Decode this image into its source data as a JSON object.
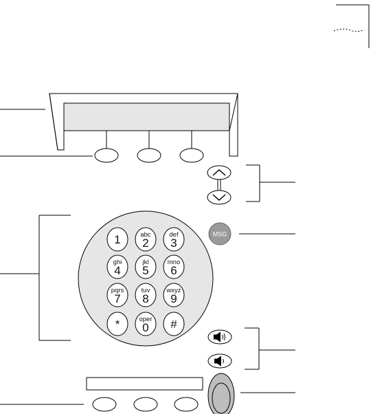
{
  "message_key": {
    "label": "MSG"
  },
  "keypad": [
    {
      "letters": "",
      "digit": "1"
    },
    {
      "letters": "abc",
      "digit": "2"
    },
    {
      "letters": "def",
      "digit": "3"
    },
    {
      "letters": "ghi",
      "digit": "4"
    },
    {
      "letters": "jkl",
      "digit": "5"
    },
    {
      "letters": "mno",
      "digit": "6"
    },
    {
      "letters": "pqrs",
      "digit": "7"
    },
    {
      "letters": "tuv",
      "digit": "8"
    },
    {
      "letters": "wxyz",
      "digit": "9"
    },
    {
      "letters": "",
      "digit": "*"
    },
    {
      "letters": "oper",
      "digit": "0"
    },
    {
      "letters": "",
      "digit": "#"
    }
  ],
  "colors": {
    "outline": "#000000",
    "keypad_panel": "#e6e6e6",
    "display_screen": "#e6e6e6",
    "msg_button": "#9a9a9a",
    "handset_button": "#bdbdbd"
  }
}
